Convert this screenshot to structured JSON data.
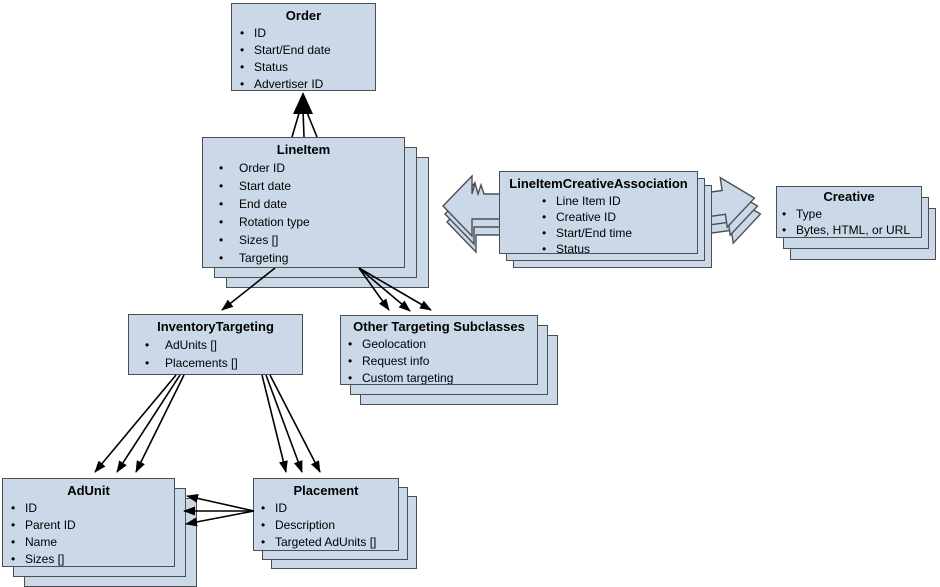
{
  "colors": {
    "box_fill": "#cbd8e8",
    "box_border": "#4a4f54",
    "connector": "#000000",
    "canvas_bg": "#ffffff"
  },
  "entities": {
    "order": {
      "title": "Order",
      "fields": [
        "ID",
        "Start/End date",
        "Status",
        "Advertiser ID"
      ]
    },
    "line_item": {
      "title": "LineItem",
      "fields": [
        "Order ID",
        "Start date",
        "End date",
        "Rotation type",
        "Sizes []",
        "Targeting"
      ]
    },
    "line_item_creative_association": {
      "title": "LineItemCreativeAssociation",
      "fields": [
        "Line Item ID",
        "Creative ID",
        "Start/End time",
        "Status"
      ]
    },
    "creative": {
      "title": "Creative",
      "fields": [
        "Type",
        "Bytes, HTML, or URL"
      ]
    },
    "inventory_targeting": {
      "title": "InventoryTargeting",
      "fields": [
        "AdUnits []",
        "Placements []"
      ]
    },
    "other_targeting": {
      "title": "Other Targeting Subclasses",
      "fields": [
        "Geolocation",
        "Request info",
        "Custom targeting"
      ]
    },
    "ad_unit": {
      "title": "AdUnit",
      "fields": [
        "ID",
        "Parent ID",
        "Name",
        "Sizes []"
      ]
    },
    "placement": {
      "title": "Placement",
      "fields": [
        "ID",
        "Description",
        "Targeted AdUnits []"
      ]
    }
  }
}
